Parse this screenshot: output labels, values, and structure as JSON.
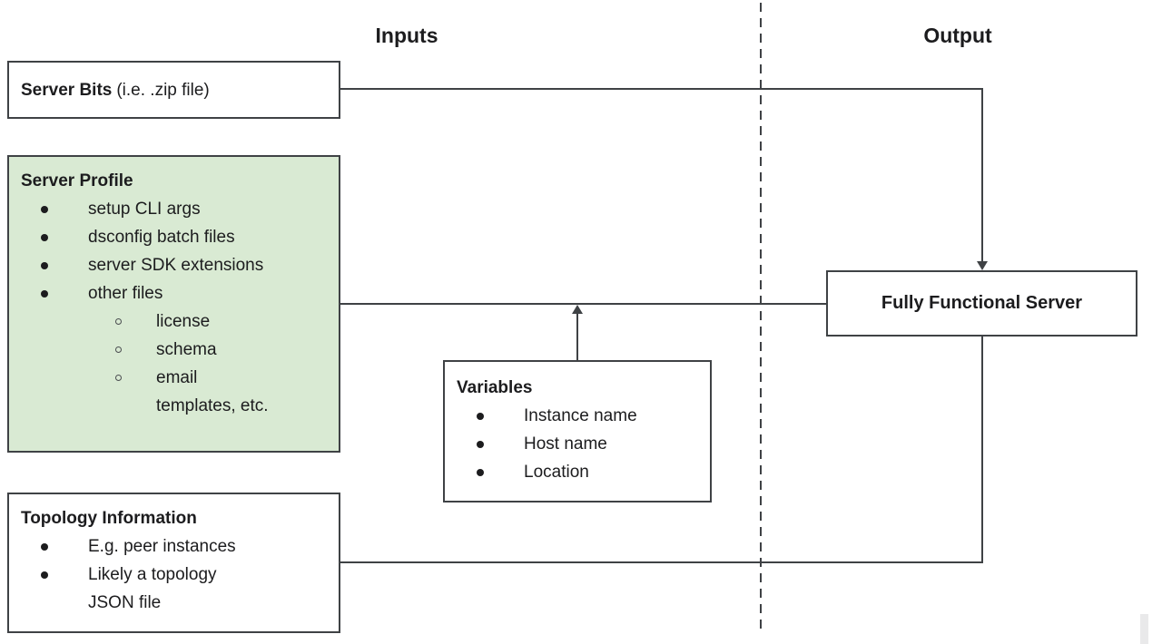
{
  "headers": {
    "inputs": "Inputs",
    "output": "Output"
  },
  "boxes": {
    "server_bits": {
      "title_bold": "Server Bits",
      "title_rest": "(i.e. .zip file)"
    },
    "server_profile": {
      "title": "Server Profile",
      "items": [
        "setup CLI args",
        "dsconfig batch files",
        "server SDK extensions",
        "other files"
      ],
      "subitems": [
        "license",
        "schema",
        "email templates, etc."
      ]
    },
    "variables": {
      "title": "Variables",
      "items": [
        "Instance name",
        "Host name",
        "Location"
      ]
    },
    "topology": {
      "title": "Topology Information",
      "items": [
        "E.g. peer instances",
        "Likely a topology JSON file"
      ]
    },
    "fully_functional_server": {
      "title": "Fully Functional Server"
    }
  },
  "colors": {
    "box_border": "#3f4245",
    "connector": "#3f4245",
    "profile_fill": "#d9ead3",
    "text": "#1c1c1e",
    "scrollbar": "#e9e9ea",
    "bg": "#ffffff"
  }
}
